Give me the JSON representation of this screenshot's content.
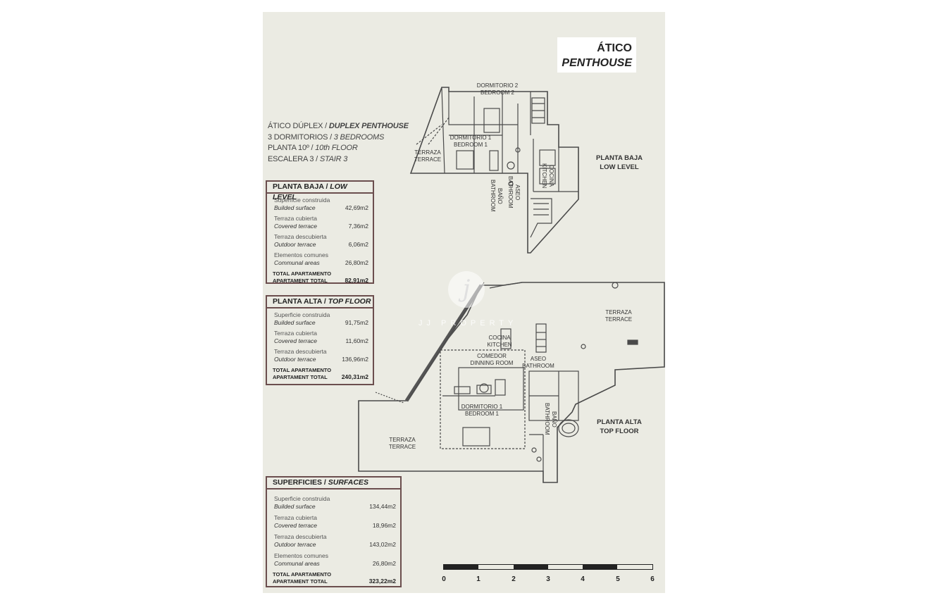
{
  "header": {
    "line1": "ÁTICO",
    "line2": "PENTHOUSE"
  },
  "info": {
    "l1a": "ÁTICO DÚPLEX / ",
    "l1b": "DUPLEX PENTHOUSE",
    "l2a": "3 DORMITORIOS / ",
    "l2b": "3 BEDROOMS",
    "l3a": "PLANTA 10º / ",
    "l3b": "10th FLOOR",
    "l4a": "ESCALERA 3 / ",
    "l4b": "STAIR 3"
  },
  "low_level_table": {
    "title_a": "PLANTA BAJA / ",
    "title_b": "LOW LEVEL",
    "rows": [
      {
        "es": "Superficie construida",
        "en": "Builded surface",
        "value": "42,69m2"
      },
      {
        "es": "Terraza cubierta",
        "en": "Covered terrace",
        "value": "7,36m2"
      },
      {
        "es": "Terraza descubierta",
        "en": "Outdoor terrace",
        "value": "6,06m2"
      },
      {
        "es": "Elementos comunes",
        "en": "Communal areas",
        "value": "26,80m2"
      }
    ],
    "total_es": "TOTAL APARTAMENTO",
    "total_en": "APARTAMENT TOTAL",
    "total_value": "82,91m2"
  },
  "top_floor_table": {
    "title_a": "PLANTA ALTA / ",
    "title_b": "TOP FLOOR",
    "rows": [
      {
        "es": "Superficie construida",
        "en": "Builded surface",
        "value": "91,75m2"
      },
      {
        "es": "Terraza cubierta",
        "en": "Covered terrace",
        "value": "11,60m2"
      },
      {
        "es": "Terraza descubierta",
        "en": "Outdoor terrace",
        "value": "136,96m2"
      }
    ],
    "total_es": "TOTAL APARTAMENTO",
    "total_en": "APARTAMENT TOTAL",
    "total_value": "240,31m2"
  },
  "surfaces_table": {
    "title_a": "SUPERFICIES / ",
    "title_b": "SURFACES",
    "rows": [
      {
        "es": "Superficie construida",
        "en": "Builded surface",
        "value": "134,44m2"
      },
      {
        "es": "Terraza cubierta",
        "en": "Covered terrace",
        "value": "18,96m2"
      },
      {
        "es": "Terraza descubierta",
        "en": "Outdoor terrace",
        "value": "143,02m2"
      },
      {
        "es": "Elementos comunes",
        "en": "Communal areas",
        "value": "26,80m2"
      }
    ],
    "total_es": "TOTAL APARTAMENTO",
    "total_en": "APARTAMENT TOTAL",
    "total_value": "323,22m2"
  },
  "plan_labels": {
    "dorm2_es": "DORMITORIO 2",
    "dorm2_en": "BEDROOM 2",
    "dorm1_es": "DORMITORIO 1",
    "dorm1_en": "BEDROOM 1",
    "terr_es": "TERRAZA",
    "terr_en": "TERRACE",
    "cocina_es": "COCINA",
    "cocina_en": "KITCHEN",
    "bano_es": "BAÑO",
    "bano_en": "BATHROOM",
    "aseo_es": "ASEO",
    "aseo_en": "BATHROOM",
    "low_es": "PLANTA BAJA",
    "low_en": "LOW LEVEL",
    "comedor_es": "COMEDOR",
    "comedor_en": "DINNING ROOM",
    "top_es": "PLANTA ALTA",
    "top_en": "TOP FLOOR"
  },
  "scale": [
    "0",
    "1",
    "2",
    "3",
    "4",
    "5",
    "6"
  ],
  "watermark": {
    "logo": "j",
    "text": "JJ PROPERTY"
  }
}
